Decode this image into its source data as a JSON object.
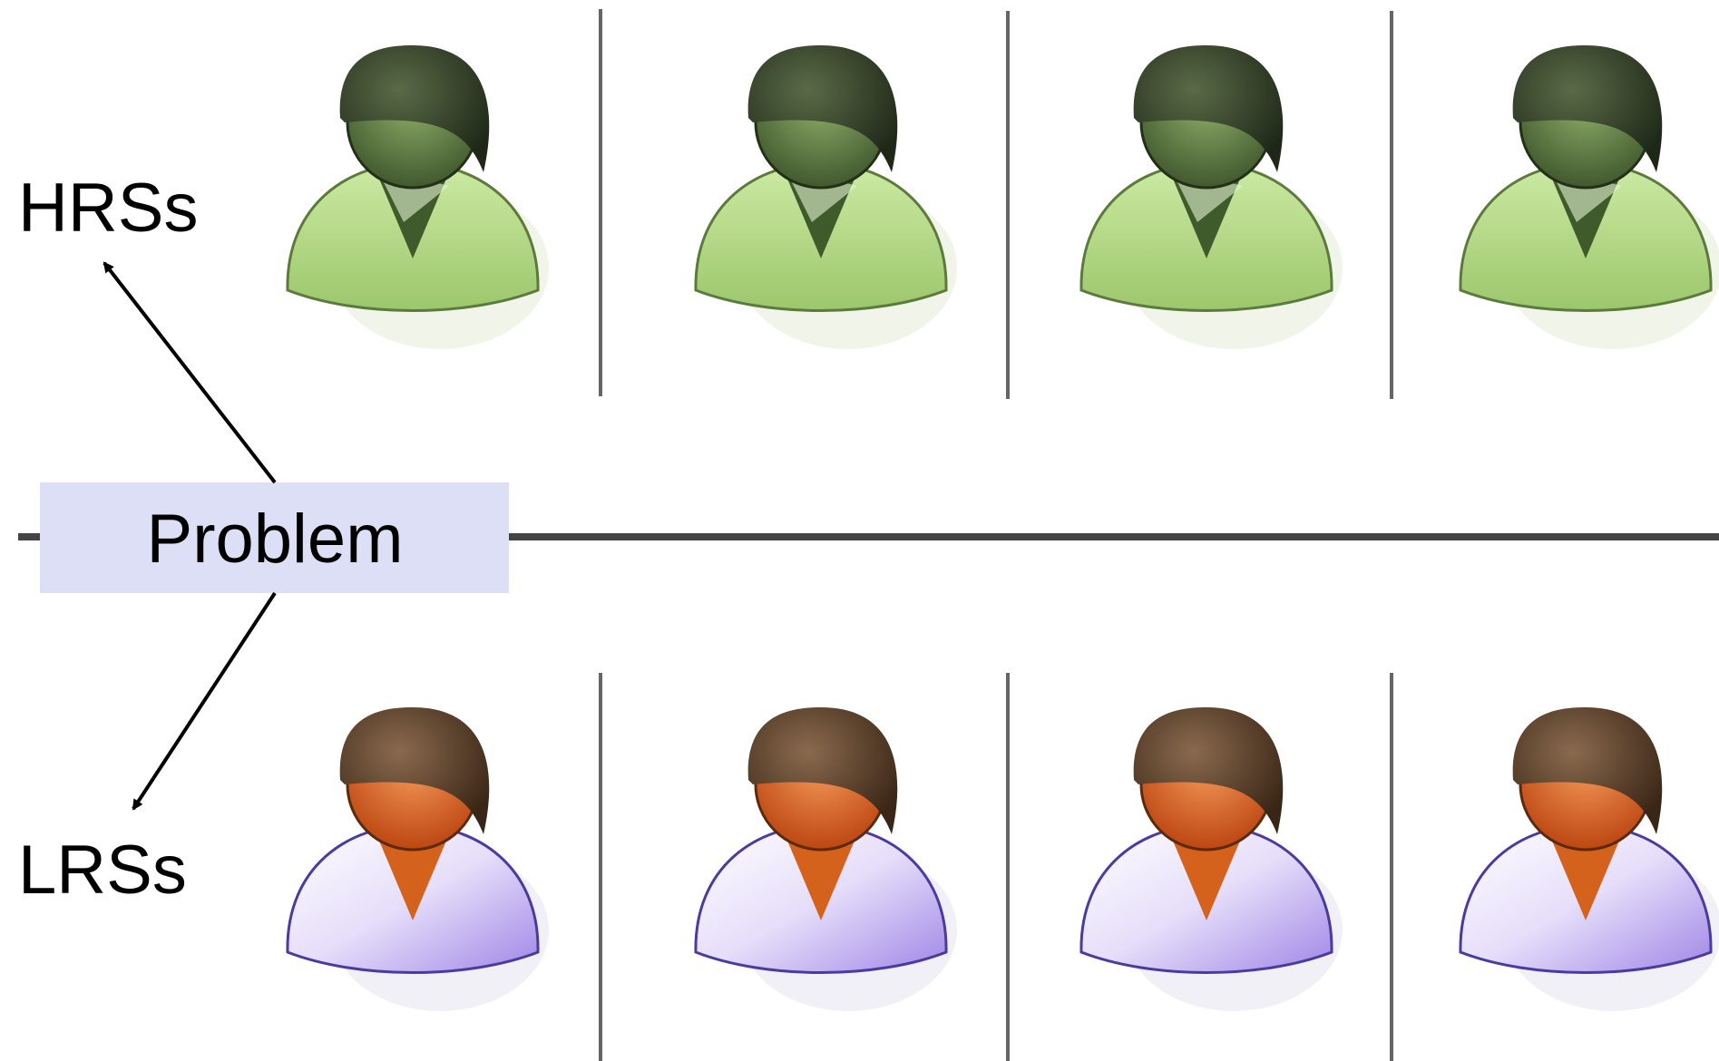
{
  "labels": {
    "center": "Problem",
    "top": "HRSs",
    "bottom": "LRSs"
  },
  "colors": {
    "background": "#ffffff",
    "divider": "#444444",
    "problem_box": "#dcdff5",
    "text": "#000000",
    "hrs_hair": "#2f3a24",
    "hrs_skin": "#4f6b3a",
    "hrs_shirt": "#b5dc86",
    "lrs_hair": "#4a3424",
    "lrs_skin": "#d9571a",
    "lrs_shirt": "#c2b1ee"
  },
  "icons": {
    "top_row": "person-icon-green",
    "bottom_row": "person-icon-orange-purple"
  },
  "rows": {
    "top_count": 4,
    "bottom_count": 4
  }
}
